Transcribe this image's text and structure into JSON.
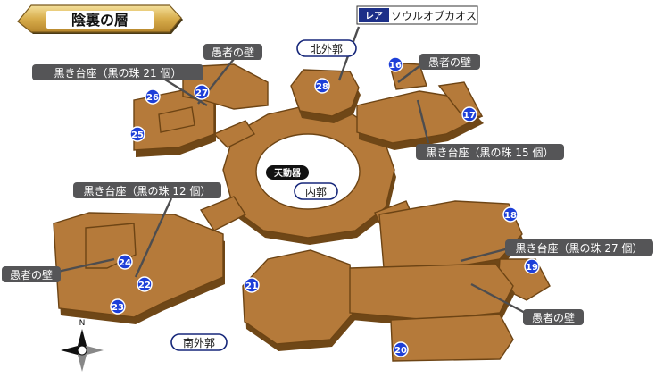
{
  "title": "陰裏の層",
  "rare_label": {
    "badge": "レア",
    "text": "ソウルオブカオス"
  },
  "item_label": "天動器",
  "areas": {
    "north": "北外郭",
    "inner": "内郭",
    "south": "南外郭"
  },
  "compass": {
    "north": "N"
  },
  "callouts": {
    "wall_1": "愚者の壁",
    "wall_2": "愚者の壁",
    "wall_3": "愚者の壁",
    "wall_4": "愚者の壁",
    "pedestal_21": "黒き台座（黒の珠 21 個）",
    "pedestal_15": "黒き台座（黒の珠 15 個）",
    "pedestal_12": "黒き台座（黒の珠 12 個）",
    "pedestal_27": "黒き台座（黒の珠 27 個）"
  },
  "markers": [
    "16",
    "17",
    "18",
    "19",
    "20",
    "21",
    "22",
    "23",
    "24",
    "25",
    "26",
    "27",
    "28"
  ],
  "colors": {
    "floor": "#b57a3a",
    "floor_edge": "#6d4414",
    "marker": "#1d3fd8",
    "callout": "#555557",
    "title_banner": "#d8ad4c"
  }
}
